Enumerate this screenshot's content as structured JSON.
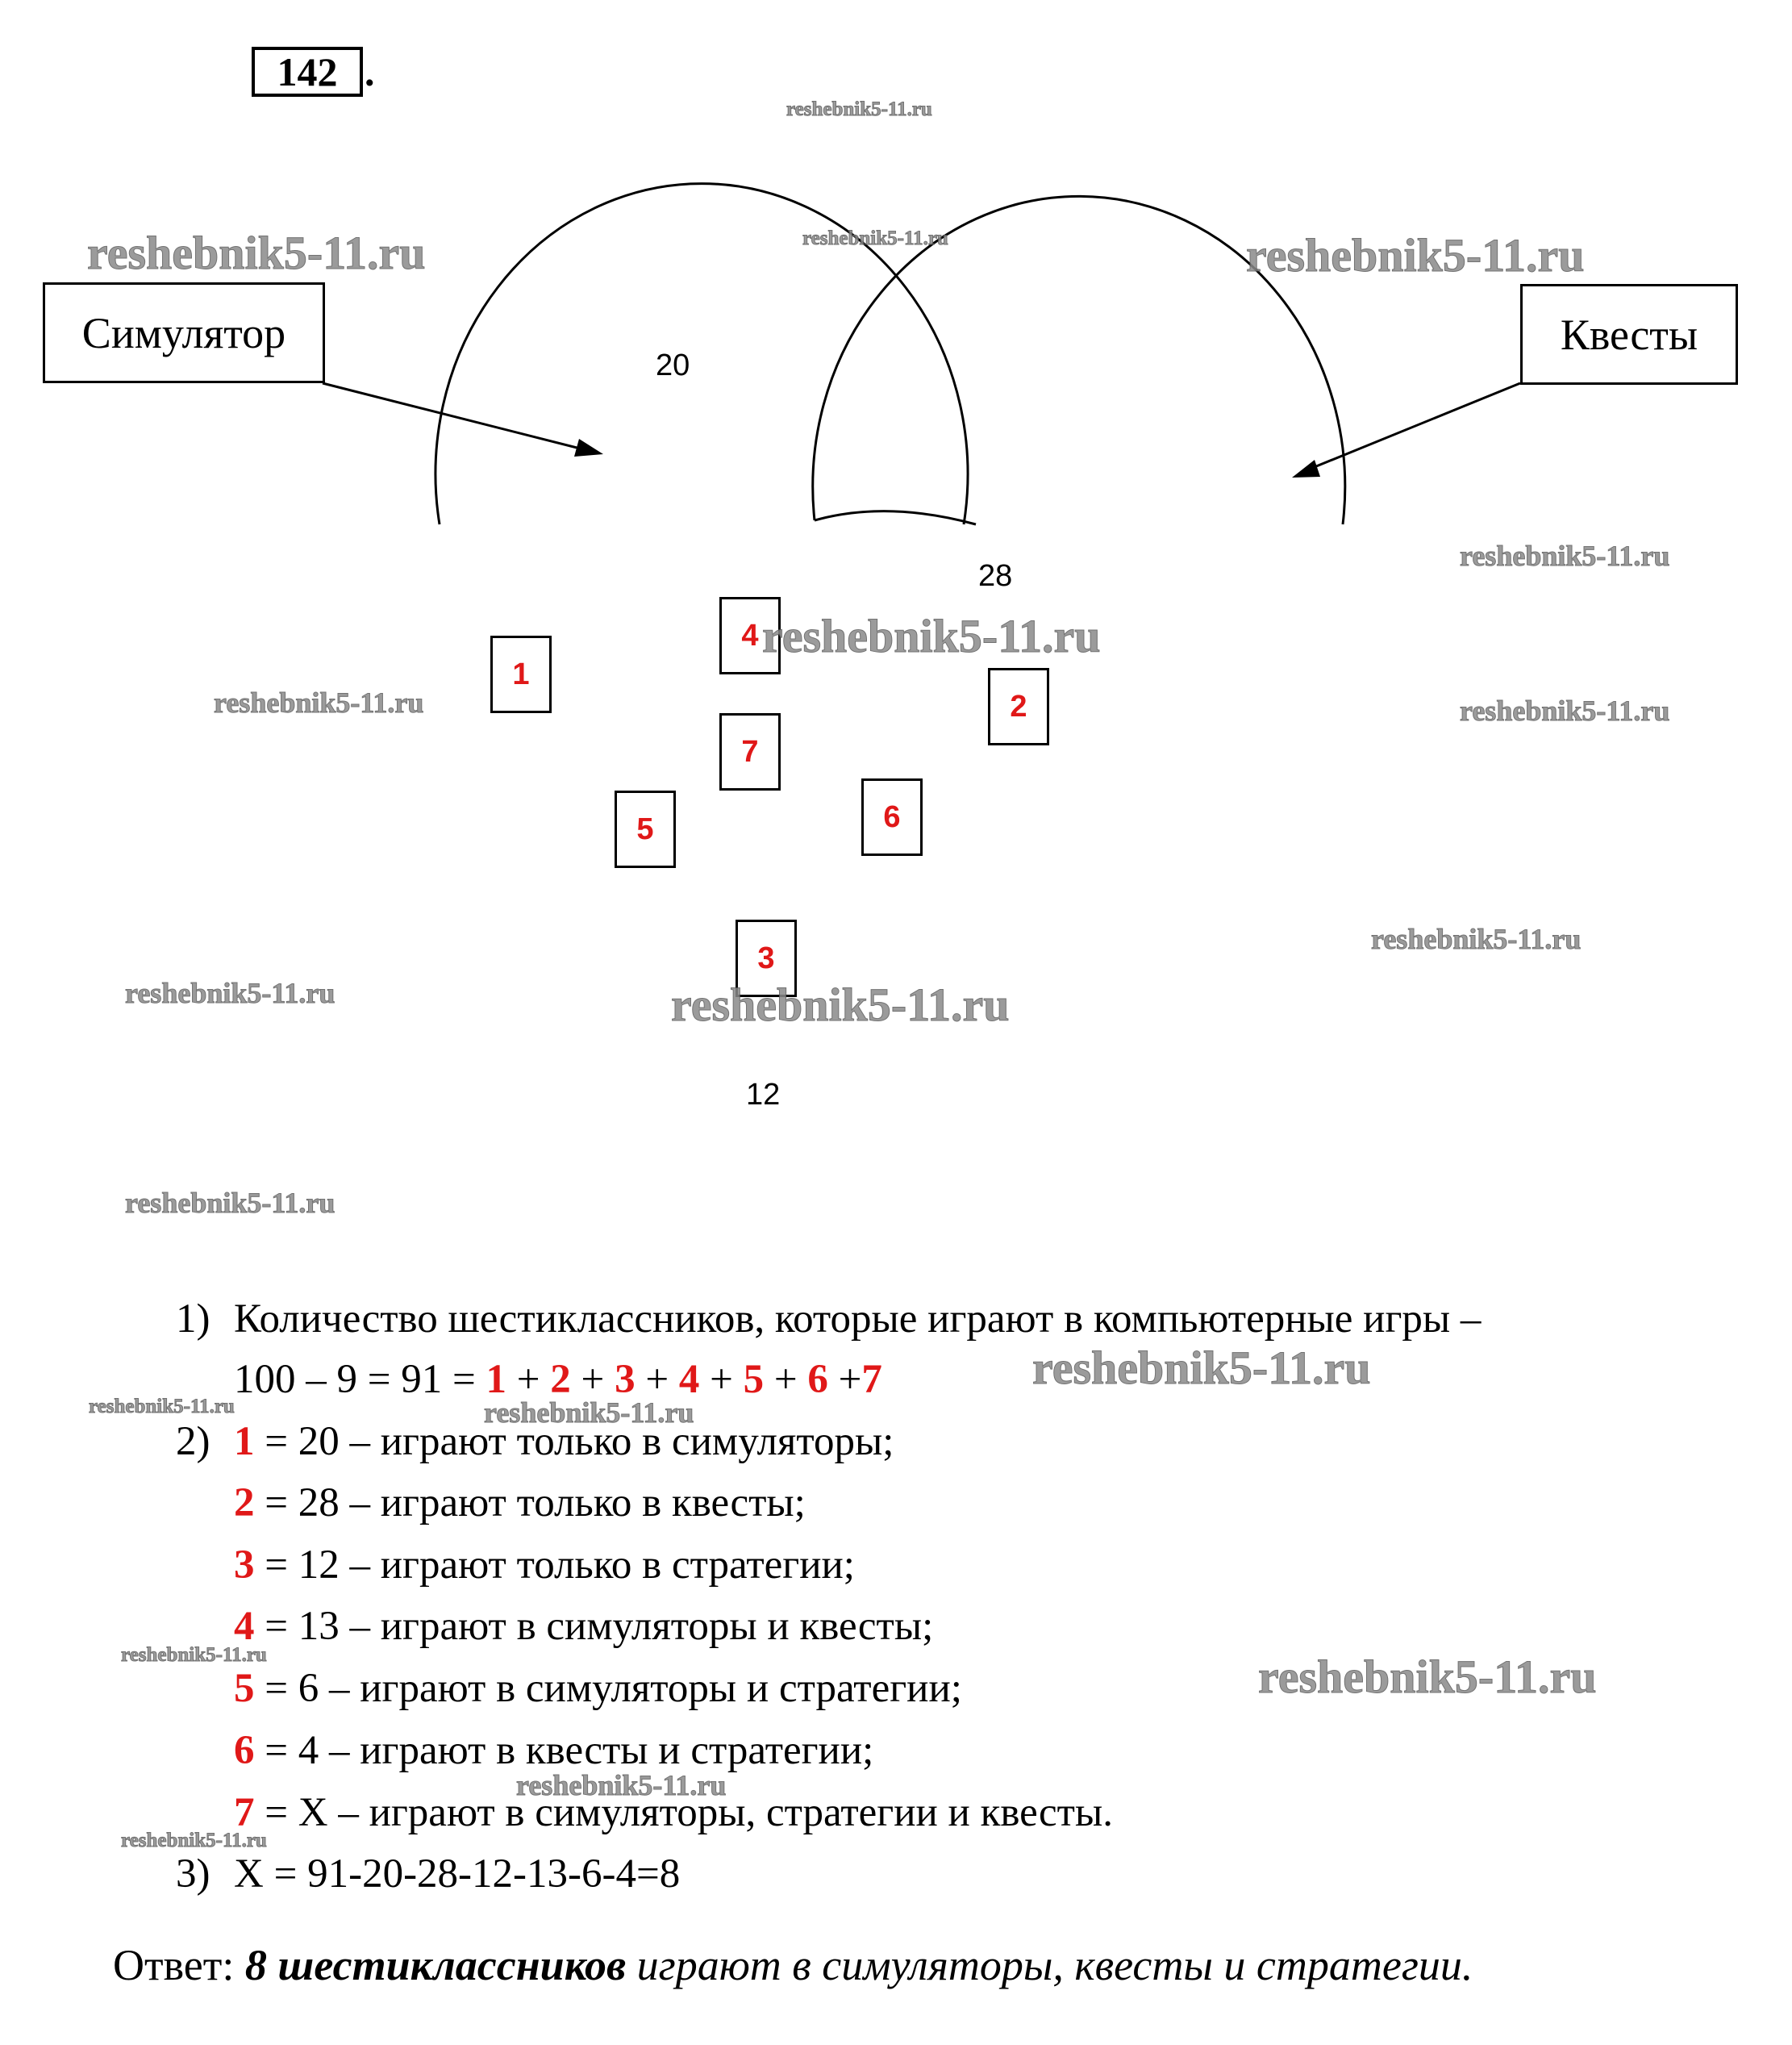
{
  "problem": {
    "number": "142",
    "dot": "."
  },
  "diagram": {
    "labels": {
      "left": "Симулятор",
      "right": "Квесты"
    },
    "region_counts": {
      "only_simulators": "20",
      "only_quests": "28",
      "only_strategies": "12"
    },
    "boxes": [
      "1",
      "2",
      "3",
      "4",
      "5",
      "6",
      "7"
    ]
  },
  "watermark": "reshebnik5-11.ru",
  "solution": {
    "step1": {
      "marker": "1)",
      "line1": "Количество шестиклассников, которые играют в компьютерные игры –",
      "line2_prefix": "100 – 9 = 91 = ",
      "terms": [
        "1",
        "2",
        "3",
        "4",
        "5",
        "6",
        "7"
      ],
      "plus": " + ",
      "last_plus": " +"
    },
    "step2": {
      "marker": "2)",
      "items": [
        {
          "num": "1",
          "text": " = 20 – играют только в симуляторы;"
        },
        {
          "num": "2",
          "text": " = 28 – играют только в квесты;"
        },
        {
          "num": "3",
          "text": " = 12 – играют только в стратегии;"
        },
        {
          "num": "4",
          "text": "  = 13 – играют в симуляторы и квесты;"
        },
        {
          "num": "5",
          "text": "  = 6 – играют в симуляторы и стратегии;"
        },
        {
          "num": "6",
          "text": "  = 4 – играют в квесты и стратегии;"
        },
        {
          "num": "7",
          "text": " = X – играют в симуляторы, стратегии и квесты."
        }
      ]
    },
    "step3": {
      "marker": "3)",
      "text": "X = 91-20-28-12-13-6-4=8"
    }
  },
  "answer": {
    "label": "Ответ: ",
    "bold_part": "8 шестиклассников",
    "rest": " играют в симуляторы, квесты и стратегии."
  },
  "colors": {
    "highlight": "#e01818",
    "watermark": "#8a8a8a"
  }
}
